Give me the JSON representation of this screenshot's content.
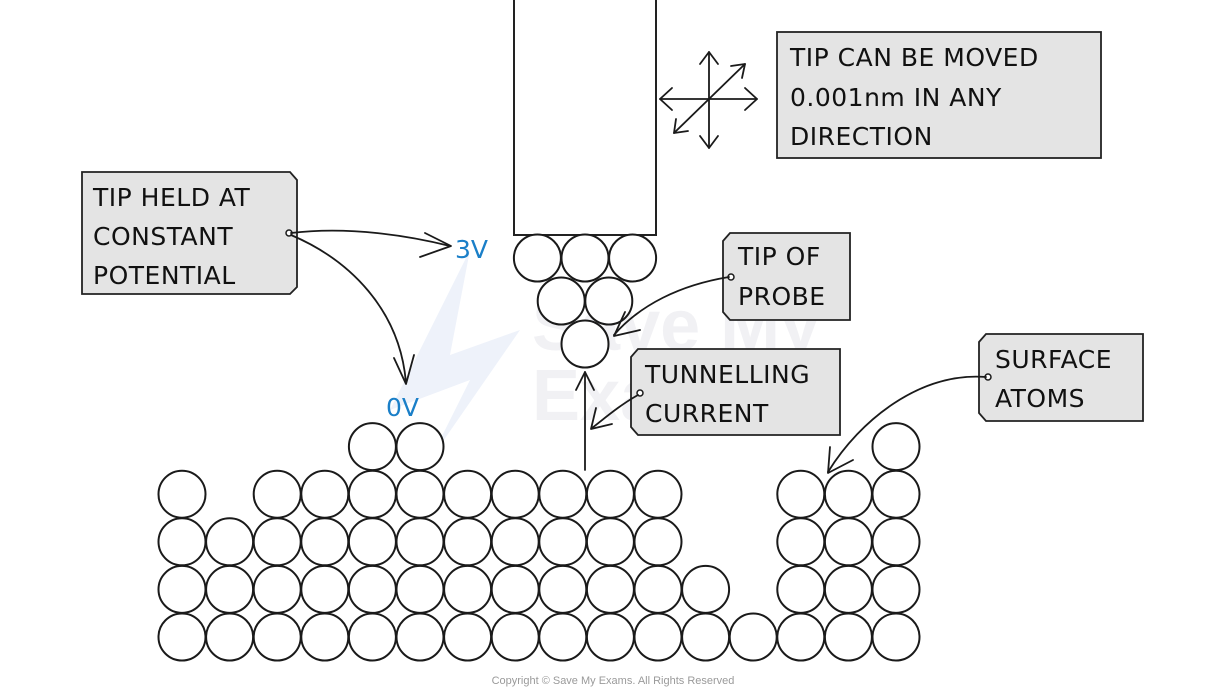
{
  "diagram": {
    "title": "Scanning tunnelling microscope probe above surface atoms",
    "labels": {
      "tip_movement": [
        "TIP CAN BE MOVED",
        "0.001nm IN ANY",
        "DIRECTION"
      ],
      "constant_potential": [
        "TIP HELD AT",
        "CONSTANT",
        "POTENTIAL"
      ],
      "tip_of_probe": [
        "TIP OF",
        "PROBE"
      ],
      "tunnelling_current": [
        "TUNNELLING",
        "CURRENT"
      ],
      "surface_atoms": [
        "SURFACE",
        "ATOMS"
      ]
    },
    "voltages": {
      "probe": "3V",
      "surface": "0V"
    },
    "colors": {
      "voltage_text": "#1a7fc8",
      "label_box_fill": "#e4e4e4",
      "outline": "#1a1a1a"
    },
    "icons": {
      "movement": "four-way-move-arrows-icon"
    },
    "probe_tip_atoms": {
      "rows": [
        3,
        2,
        1
      ]
    },
    "surface": {
      "columns": 16,
      "rows_from_bottom": [
        [
          0,
          1,
          2,
          3,
          4,
          5,
          6,
          7,
          8,
          9,
          10,
          11,
          12,
          13,
          14,
          15
        ],
        [
          0,
          1,
          2,
          3,
          4,
          5,
          6,
          7,
          8,
          9,
          10,
          11,
          13,
          14,
          15
        ],
        [
          0,
          1,
          2,
          3,
          4,
          5,
          6,
          7,
          8,
          9,
          10,
          13,
          14,
          15
        ],
        [
          0,
          2,
          3,
          4,
          5,
          6,
          7,
          8,
          9,
          10,
          13,
          14,
          15
        ],
        [
          4,
          5,
          15
        ]
      ]
    },
    "watermark": [
      "Save My",
      "Exams"
    ],
    "copyright": "Copyright © Save My Exams. All Rights Reserved"
  }
}
